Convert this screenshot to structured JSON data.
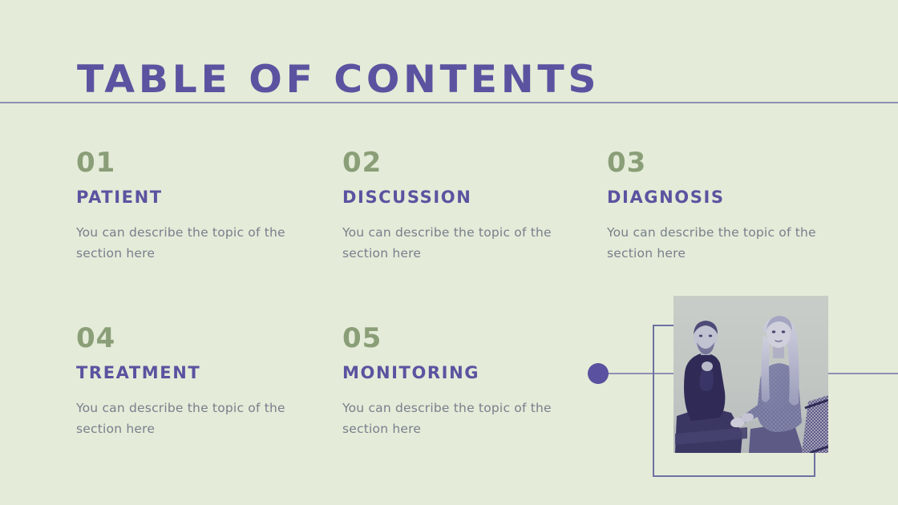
{
  "slide": {
    "title": "TABLE OF CONTENTS",
    "background_color": "#e4ebd8",
    "accent_purple": "#5b53a0",
    "accent_green": "#8a9e77",
    "rule_color": "#8d90b4",
    "body_text_color": "#787f8c"
  },
  "items": [
    {
      "number": "01",
      "heading": "PATIENT",
      "description": "You can describe the topic of the section here"
    },
    {
      "number": "02",
      "heading": "DISCUSSION",
      "description": "You can describe the topic of the section here"
    },
    {
      "number": "03",
      "heading": "DIAGNOSIS",
      "description": "You can describe the topic of the section here"
    },
    {
      "number": "04",
      "heading": "TREATMENT",
      "description": "You can describe the topic of the section here"
    },
    {
      "number": "05",
      "heading": "MONITORING",
      "description": "You can describe the topic of the section here"
    }
  ],
  "decoration": {
    "photo_alt": "Two people seated against a plain wall, duotone purple photograph",
    "dot_color": "#5a51a0",
    "frame_color": "#6f72a1",
    "line_color": "#8d90b4"
  }
}
